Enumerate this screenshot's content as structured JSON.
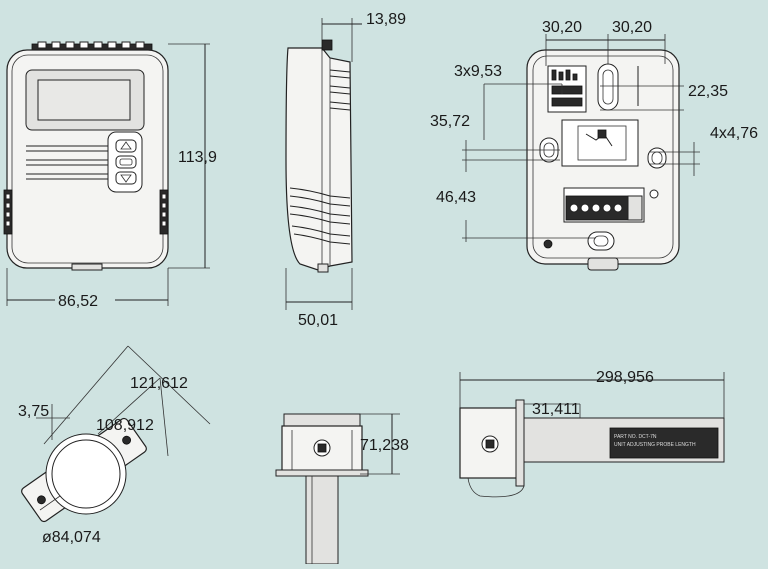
{
  "dimensions": {
    "front_width": "86,52",
    "front_height": "113,9",
    "side_top": "13,89",
    "side_depth": "50,01",
    "back_spacing_left": "30,20",
    "back_spacing_right": "30,20",
    "back_slots": "3x9,53",
    "back_offset_right": "22,35",
    "back_vert_1": "35,72",
    "back_holes": "4x4,76",
    "back_vert_2": "46,43",
    "duct_outer": "121,612",
    "duct_small": "3,75",
    "duct_inner": "108,912",
    "duct_diameter": "ø84,074",
    "cap_height": "71,238",
    "probe_length": "298,956",
    "probe_offset": "31,411"
  },
  "probe_label": {
    "line1": "PART NO. DCT-7N",
    "line2": "UNIT ADJUSTING PROBE LENGTH"
  },
  "colors": {
    "background": "#cfe3e1",
    "body": "#f4f4f2",
    "display": "#e8e8e6",
    "stroke": "#222222"
  }
}
